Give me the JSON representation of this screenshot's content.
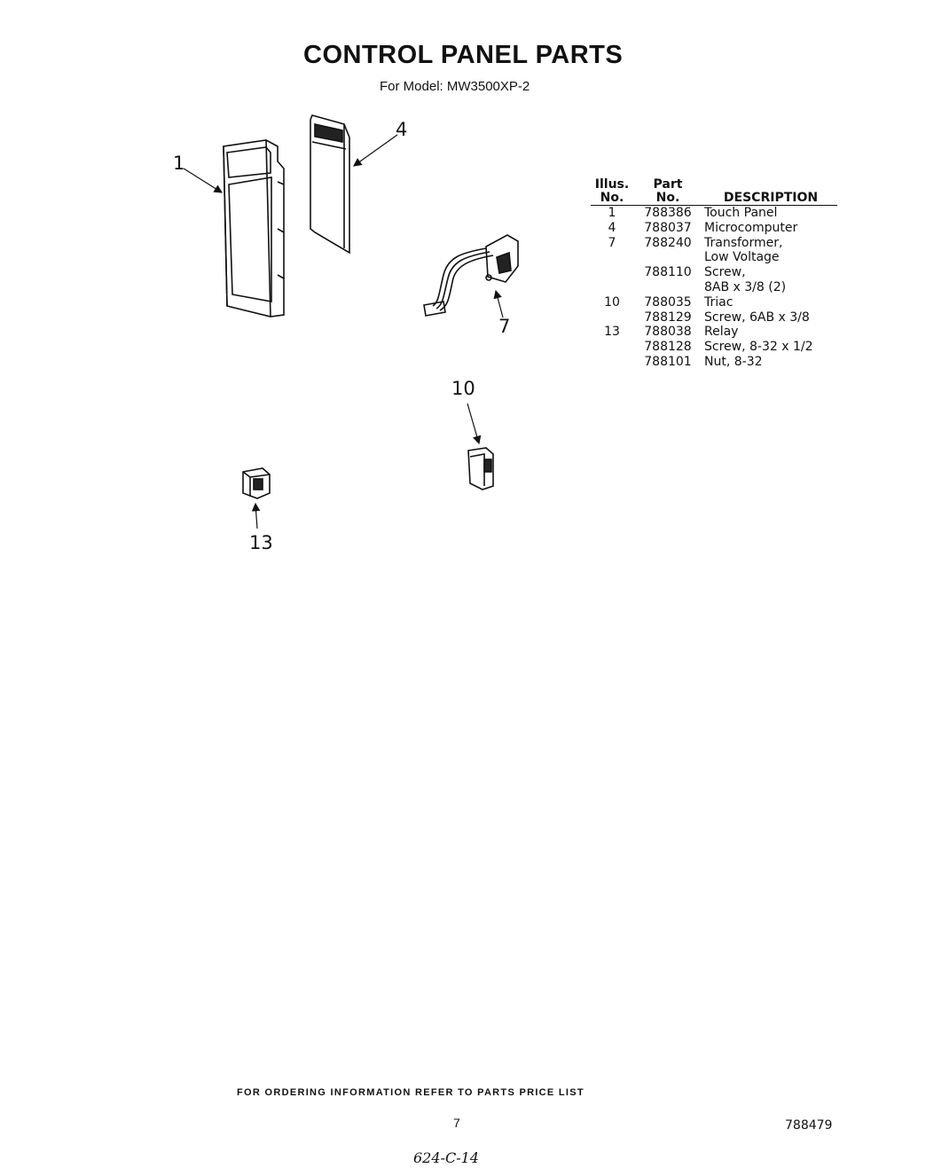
{
  "header": {
    "title": "CONTROL PANEL PARTS",
    "model": "For Model: MW3500XP-2"
  },
  "callouts": {
    "c1": "1",
    "c4": "4",
    "c7": "7",
    "c10": "10",
    "c13": "13"
  },
  "parts_table": {
    "headers": {
      "illus_line1": "Illus.",
      "illus_line2": "No.",
      "part_line1": "Part",
      "part_line2": "No.",
      "description": "DESCRIPTION"
    },
    "rows": [
      {
        "illus": "1",
        "part": "788386",
        "description": "Touch Panel"
      },
      {
        "illus": "4",
        "part": "788037",
        "description": "Microcomputer"
      },
      {
        "illus": "7",
        "part": "788240",
        "description": "Transformer,"
      },
      {
        "illus": "",
        "part": "",
        "description": "Low Voltage"
      },
      {
        "illus": "",
        "part": "788110",
        "description": "Screw,"
      },
      {
        "illus": "",
        "part": "",
        "description": "8AB x 3/8 (2)"
      },
      {
        "illus": "10",
        "part": "788035",
        "description": "Triac"
      },
      {
        "illus": "",
        "part": "788129",
        "description": "Screw, 6AB x 3/8"
      },
      {
        "illus": "13",
        "part": "788038",
        "description": "Relay"
      },
      {
        "illus": "",
        "part": "788128",
        "description": "Screw, 8-32 x 1/2"
      },
      {
        "illus": "",
        "part": "788101",
        "description": "Nut, 8-32"
      }
    ]
  },
  "footer": {
    "ordering_info": "FOR ORDERING INFORMATION REFER TO PARTS PRICE LIST",
    "page_number": "7",
    "doc_number": "788479",
    "handwritten_note": "624-C-14"
  }
}
